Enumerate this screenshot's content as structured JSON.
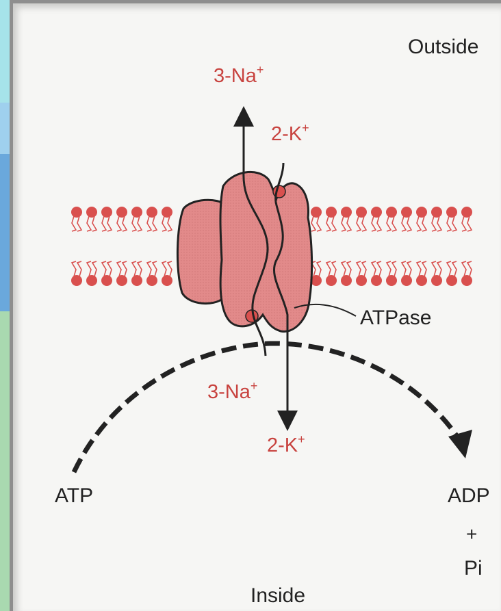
{
  "labels": {
    "outside": "Outside",
    "inside": "Inside",
    "na_out": "3-Na",
    "na_out_charge": "+",
    "k_in_top": "2-K",
    "k_in_top_charge": "+",
    "na_in": "3-Na",
    "na_in_charge": "+",
    "k_in_bottom": "2-K",
    "k_in_bottom_charge": "+",
    "atpase": "ATPase",
    "atp": "ATP",
    "adp": "ADP",
    "plus": "+",
    "pi": "Pi"
  },
  "colors": {
    "ion_label": "#c8433f",
    "protein_fill": "#e28a8a",
    "lipid": "#d9504e",
    "ink": "#222222",
    "side_bar_top": "#a6e3ea",
    "side_bar_mid": "#6aa8dc",
    "side_bar_bottom": "#a9d9b0"
  }
}
